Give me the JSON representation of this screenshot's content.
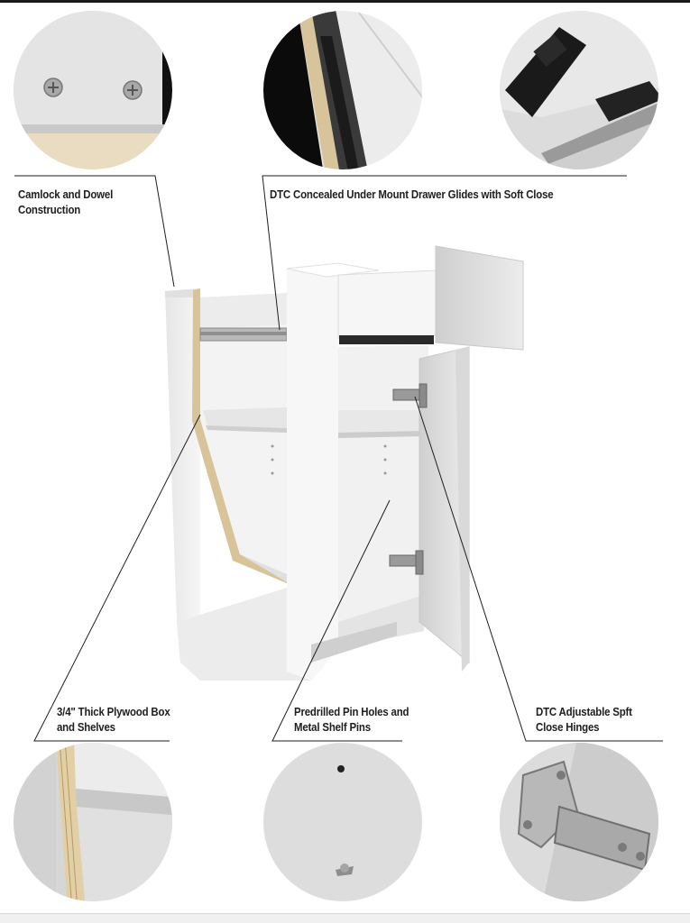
{
  "callouts": {
    "camlock": {
      "line1": "Camlock and Dowel",
      "line2": "Construction"
    },
    "drawer_glides": {
      "line1": "DTC Concealed Under Mount Drawer Glides with Soft Close"
    },
    "plywood": {
      "line1": "3/4\" Thick Plywood Box",
      "line2": "and Shelves"
    },
    "pin_holes": {
      "line1": "Predrilled Pin Holes and",
      "line2": "Metal Shelf Pins"
    },
    "hinges": {
      "line1": "DTC Adjustable Spft",
      "line2": "Close Hinges"
    }
  },
  "colors": {
    "cabinet_white": "#f2f2f2",
    "plywood_edge": "#d9c49a",
    "leader_line": "#1e1e1e",
    "shadow_dark": "#0d0d0d"
  }
}
